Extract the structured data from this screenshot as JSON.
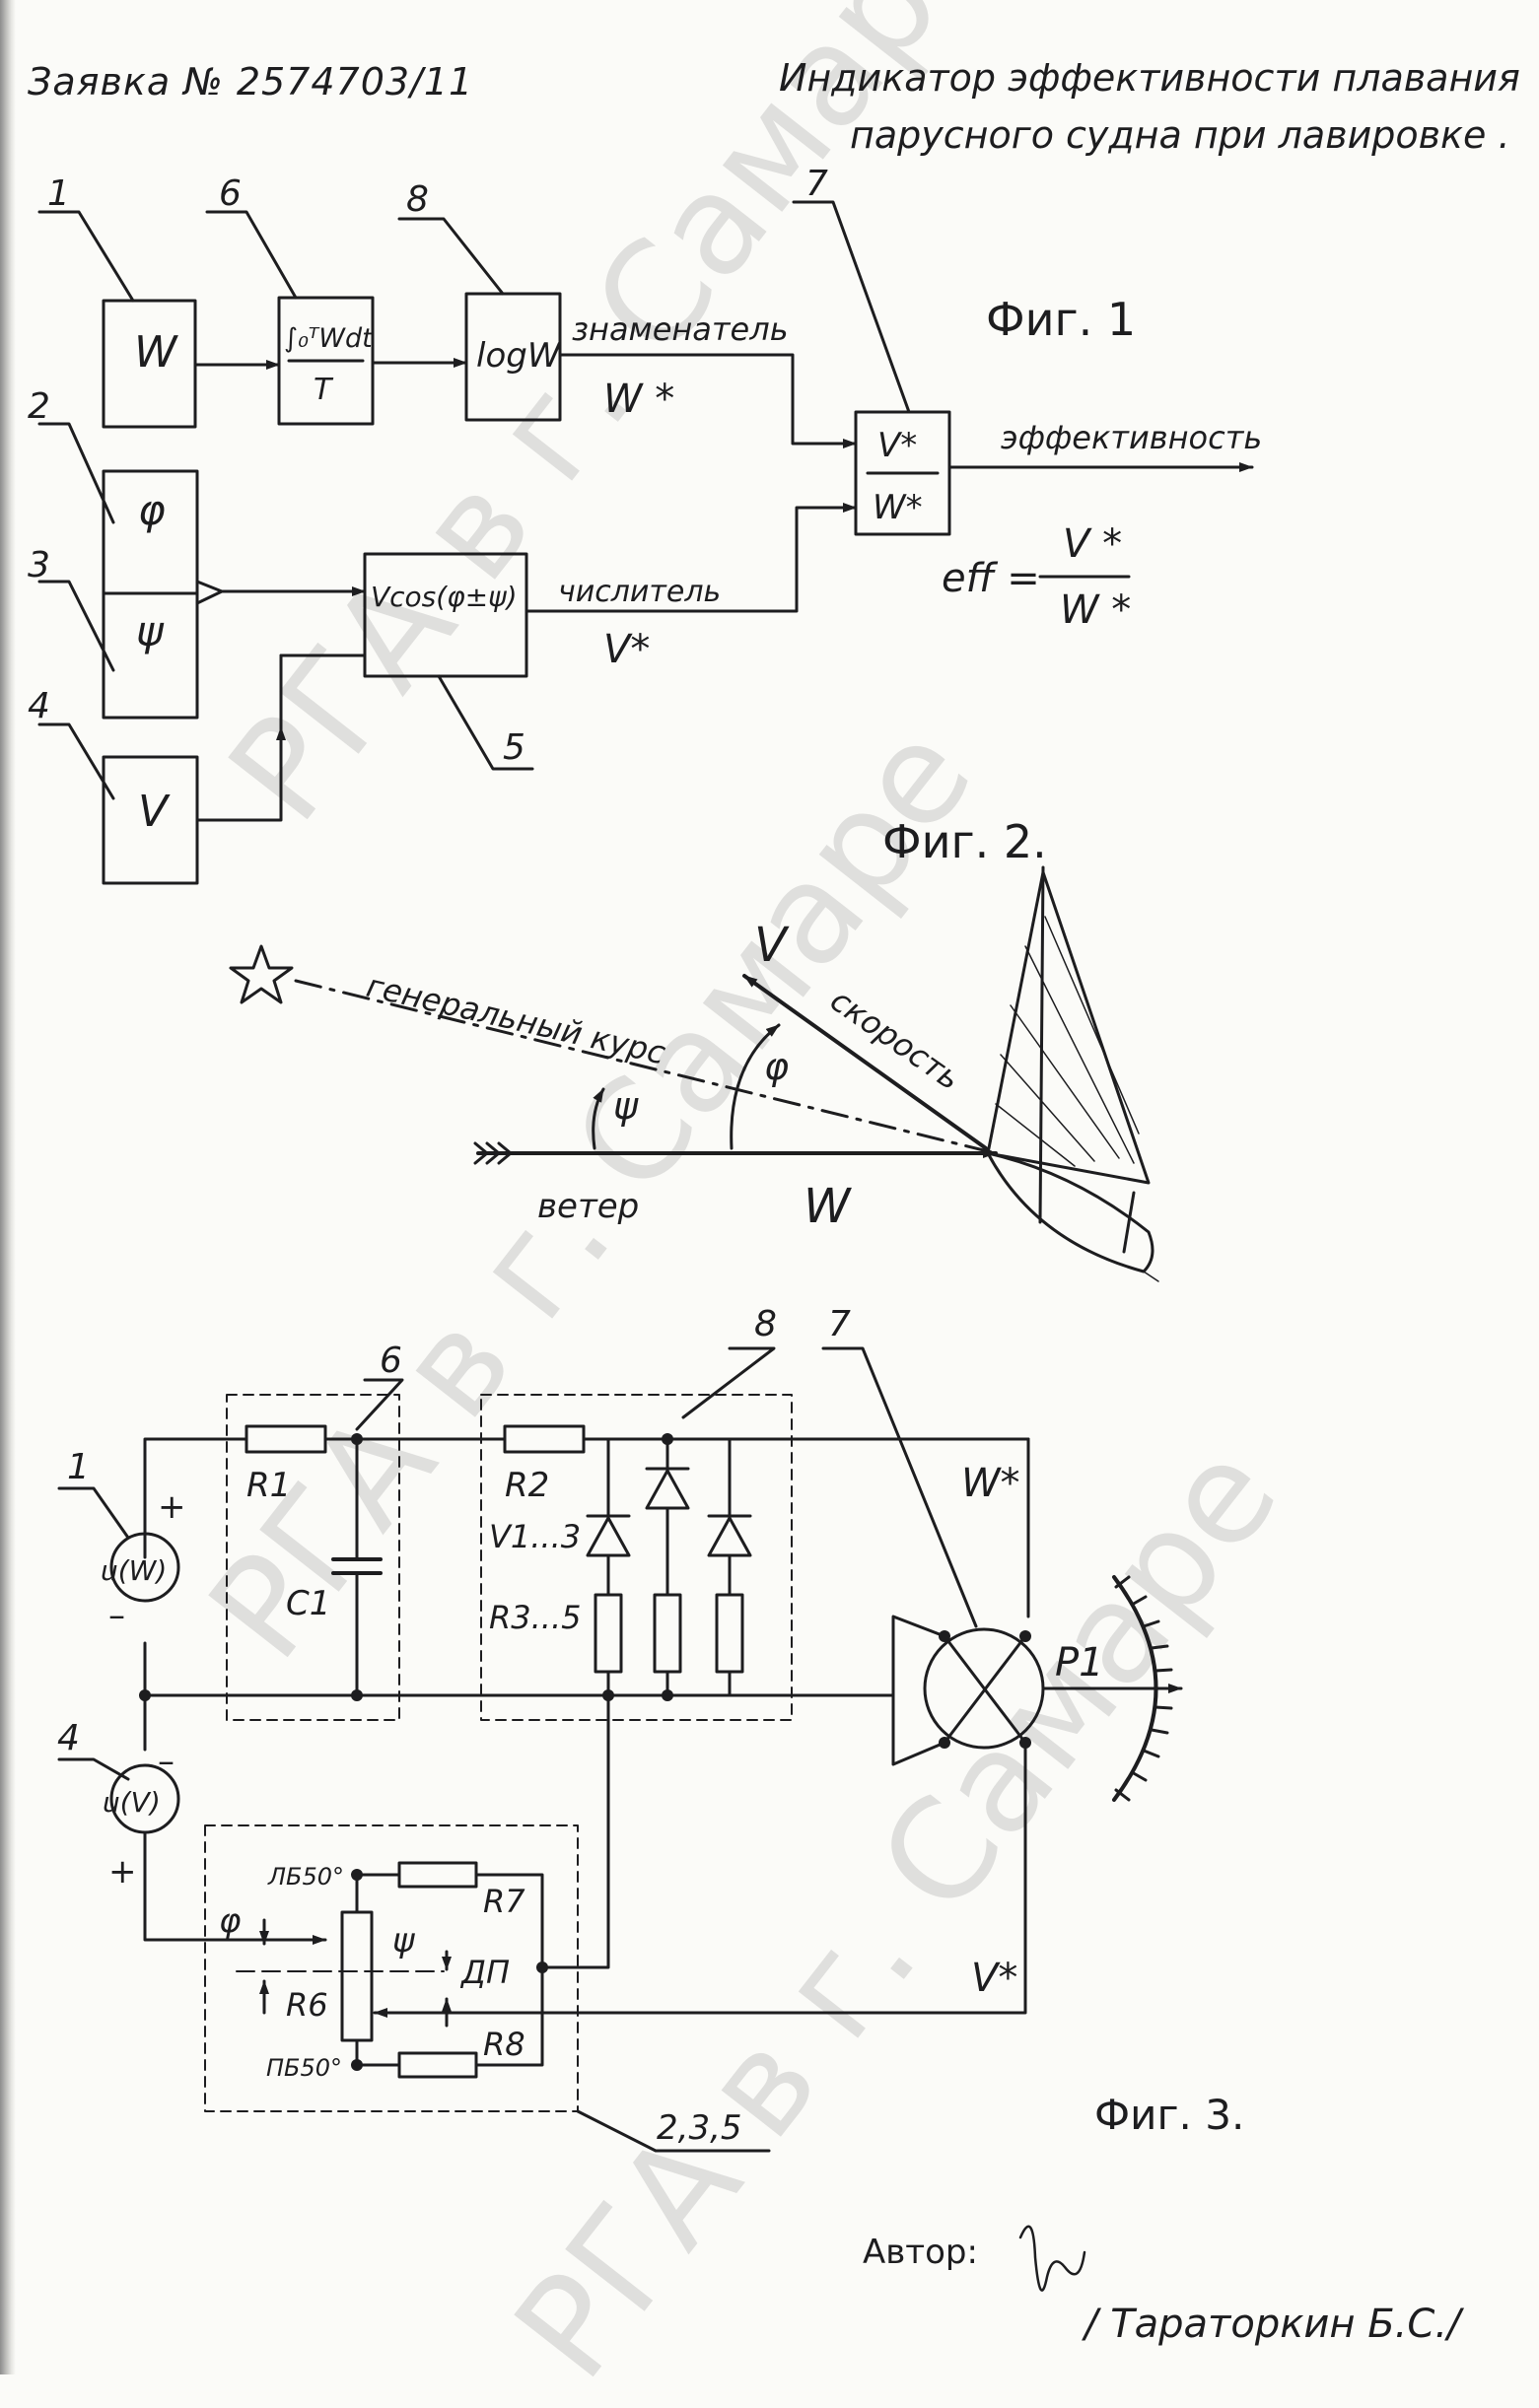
{
  "header": {
    "application_number": "Заявка № 2574703/11",
    "title_line1": "Индикатор эффективности плавания",
    "title_line2": "парусного судна при лавировке ."
  },
  "fig1": {
    "caption": "Фиг. 1",
    "block_w": "W",
    "block_integrator_top": "∫₀ᵀWdt",
    "block_integrator_bottom": "T",
    "block_log": "logW",
    "block_phi": "φ",
    "block_psi": "ψ",
    "block_v": "V",
    "block_vcos": "Vcos(φ±ψ)",
    "block_ratio_top": "V*",
    "block_ratio_bottom": "W*",
    "label_denominator": "знаменатель",
    "label_denominator_sym": "W *",
    "label_numerator": "числитель",
    "label_numerator_sym": "V*",
    "label_output": "эффективность",
    "formula_lhs": "eff =",
    "formula_num": "V *",
    "formula_den": "W *",
    "ref_1": "1",
    "ref_2": "2",
    "ref_3": "3",
    "ref_4": "4",
    "ref_5": "5",
    "ref_6": "6",
    "ref_7": "7",
    "ref_8": "8"
  },
  "fig2": {
    "caption": "Фиг. 2.",
    "label_course": "генеральный курс",
    "label_speed": "скорость",
    "label_wind": "ветер",
    "sym_v": "V",
    "sym_w": "W",
    "sym_phi": "φ",
    "sym_psi": "ψ"
  },
  "fig3": {
    "caption": "Фиг. 3.",
    "ref_6": "6",
    "ref_8": "8",
    "ref_7": "7",
    "ref_1": "1",
    "ref_4": "4",
    "ref_235": "2,3,5",
    "src_w": "u(W)",
    "src_v": "u(V)",
    "plus": "+",
    "minus": "–",
    "r1": "R1",
    "c1": "C1",
    "r2": "R2",
    "v13": "V1...3",
    "r35": "R3...5",
    "w_star": "W*",
    "v_star": "V*",
    "p1": "P1",
    "r7": "R7",
    "r8": "R8",
    "r6": "R6",
    "dp": "ДП",
    "lb50": "ЛБ50°",
    "pb50": "ПБ50°",
    "phi": "φ",
    "psi": "ψ"
  },
  "footer": {
    "author_label": "Автор:",
    "author_name": "/ Тараторкин Б.С./"
  },
  "watermark": "РГА в г. Самаре"
}
